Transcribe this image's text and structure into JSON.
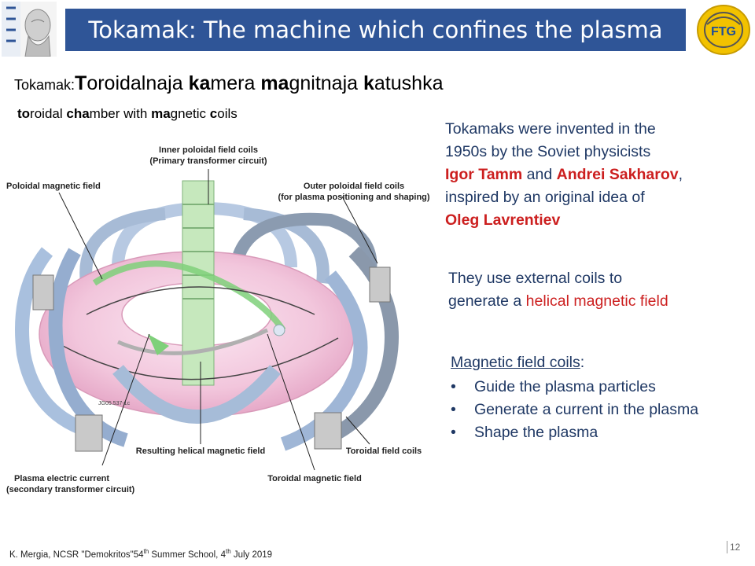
{
  "title": "Tokamak: The machine which confines the plasma",
  "subtitle": {
    "prefix": "Tokamak:",
    "words": [
      {
        "bold": "T",
        "rest": "oroidalnaja"
      },
      {
        "bold": "ka",
        "rest": "mera"
      },
      {
        "bold": "ma",
        "rest": "gnitnaja"
      },
      {
        "bold": "k",
        "rest": "atushka"
      }
    ]
  },
  "translation": [
    {
      "bold": "to",
      "rest": "roidal"
    },
    {
      "bold": "cha",
      "rest": "mber with"
    },
    {
      "bold": "ma",
      "rest": "gnetic"
    },
    {
      "bold": "c",
      "rest": "oils"
    }
  ],
  "history": {
    "line1": "Tokamaks were invented in the",
    "line2": "1950s by the Soviet physicists",
    "name1": "Igor Tamm",
    "and": "and",
    "name2": "Andrei Sakharov",
    "comma": ",",
    "line4": "inspired by an original idea of",
    "name3": "Oleg Lavrentiev"
  },
  "helical": {
    "line1": "They use external coils to",
    "line2_prefix": "generate a",
    "highlight": "helical magnetic field"
  },
  "coils": {
    "heading": "Magnetic field coils",
    "colon": ":",
    "bullet": "•",
    "items": [
      "Guide the plasma particles",
      "Generate a current in the plasma",
      "Shape the plasma"
    ]
  },
  "diagram_labels": {
    "inner1": "Inner poloidal field coils",
    "inner2": "(Primary transformer circuit)",
    "poloidal": "Poloidal magnetic field",
    "outer1": "Outer poloidal field coils",
    "outer2": "(for plasma positioning and shaping)",
    "code": "JG05.537-1c",
    "resulting": "Resulting helical magnetic field",
    "toroidal_coils": "Toroidal field coils",
    "plasma1": "Plasma electric current",
    "plasma2": "(secondary transformer circuit)",
    "toroidal_field": "Toroidal magnetic field"
  },
  "footer": {
    "text1": "K. Mergia, NCSR \"Demokritos\"54",
    "sup1": "th",
    "text2": " Summer School, 4",
    "sup2": "th",
    "text3": " July 2019"
  },
  "page_number": "12",
  "logo_right_text": "FTG",
  "colors": {
    "title_bar": "#2f5597",
    "text_blue": "#1f3864",
    "highlight_red": "#cc1f1f"
  }
}
